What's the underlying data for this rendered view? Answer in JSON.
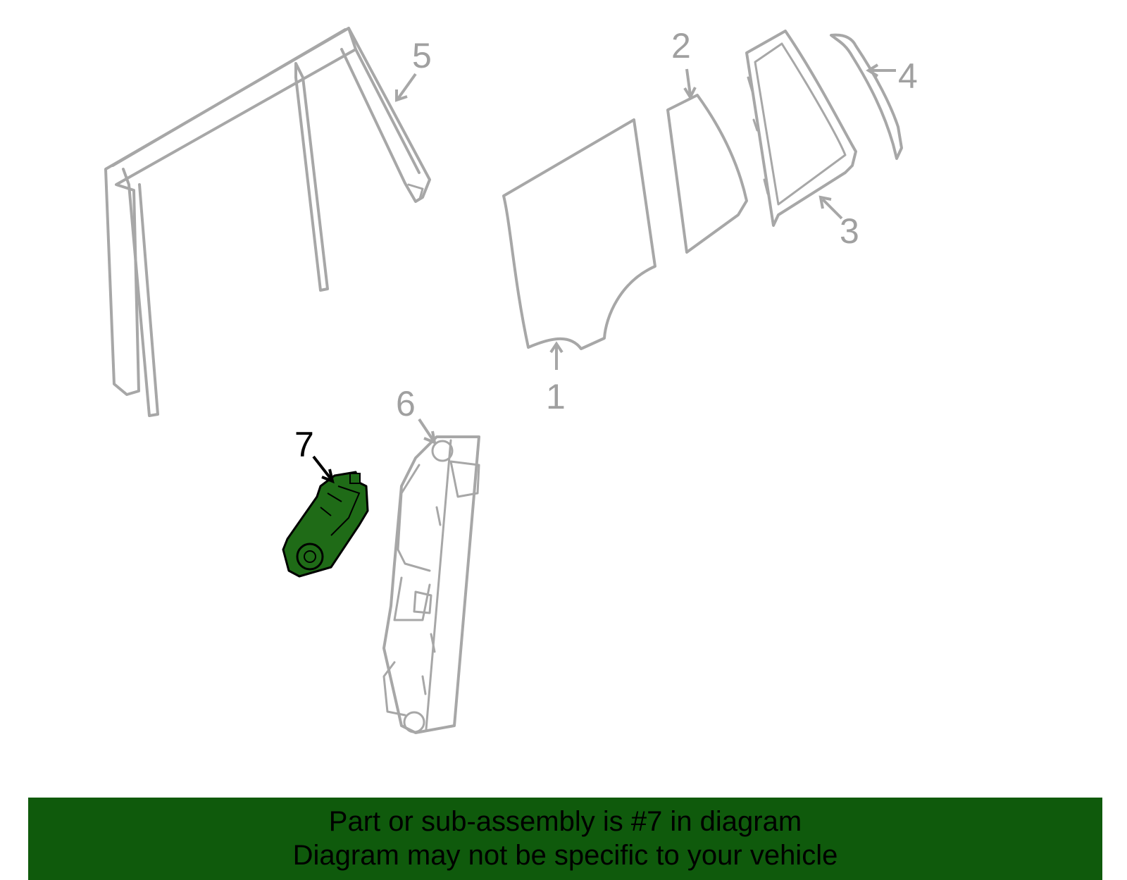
{
  "diagram": {
    "callouts": [
      {
        "label": "1",
        "highlighted": false
      },
      {
        "label": "2",
        "highlighted": false
      },
      {
        "label": "3",
        "highlighted": false
      },
      {
        "label": "4",
        "highlighted": false
      },
      {
        "label": "5",
        "highlighted": false
      },
      {
        "label": "6",
        "highlighted": false
      },
      {
        "label": "7",
        "highlighted": true
      }
    ],
    "colors": {
      "part_outline": "#a7a7a7",
      "highlight_part": "#1f6b17",
      "banner": "#0f5a0c"
    }
  },
  "footer": {
    "line1": "Part or sub-assembly is #7 in diagram",
    "line2": "Diagram may not be specific to your vehicle"
  }
}
